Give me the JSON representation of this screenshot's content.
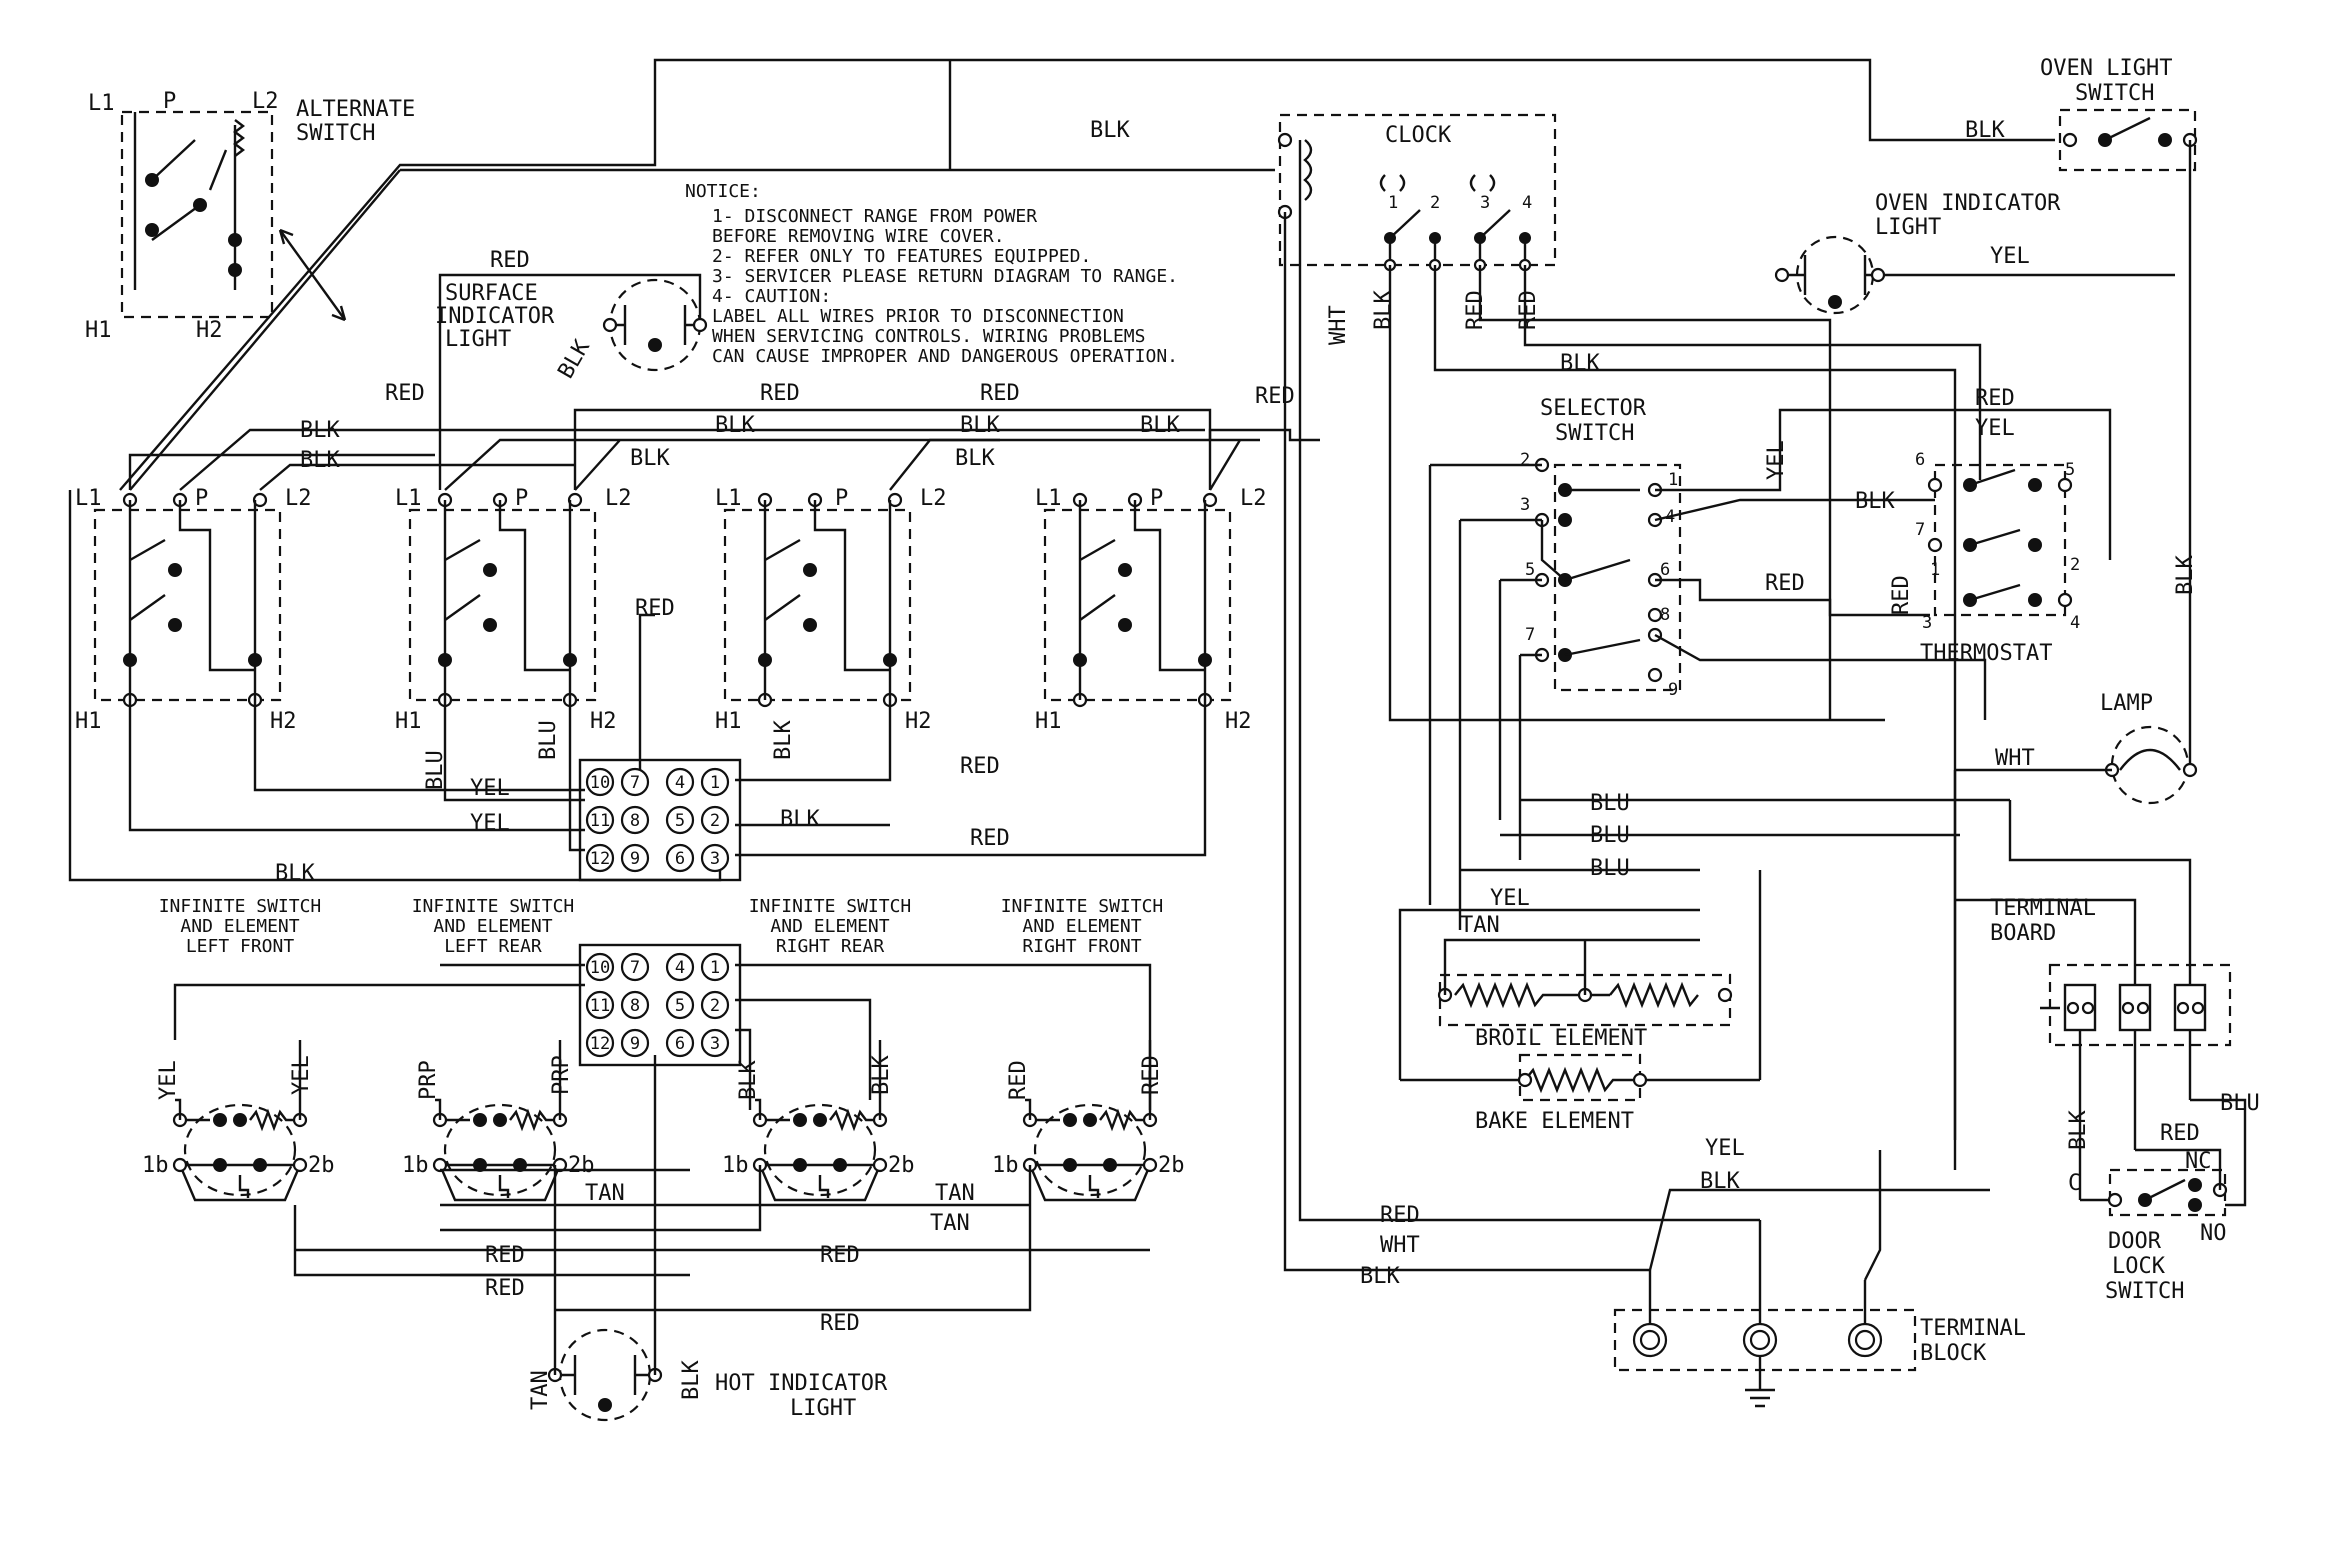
{
  "labels": {
    "alternate_switch": [
      "ALTERNATE",
      "SWITCH"
    ],
    "clock": "CLOCK",
    "oven_light_switch": [
      "OVEN LIGHT",
      "SWITCH"
    ],
    "oven_indicator_light": [
      "OVEN INDICATOR",
      "LIGHT"
    ],
    "surface_indicator_light": [
      "SURFACE",
      "INDICATOR",
      "LIGHT"
    ],
    "selector_switch": [
      "SELECTOR",
      "SWITCH"
    ],
    "thermostat": "THERMOSTAT",
    "lamp": "LAMP",
    "terminal_board": [
      "TERMINAL",
      "BOARD"
    ],
    "broil_element": "BROIL ELEMENT",
    "bake_element": "BAKE ELEMENT",
    "door_lock_switch": [
      "DOOR",
      "LOCK",
      "SWITCH"
    ],
    "terminal_block": [
      "TERMINAL",
      "BLOCK"
    ],
    "hot_indicator_light": [
      "HOT INDICATOR",
      "LIGHT"
    ],
    "infinite_switches": [
      [
        "INFINITE SWITCH",
        "AND ELEMENT",
        "LEFT FRONT"
      ],
      [
        "INFINITE SWITCH",
        "AND ELEMENT",
        "LEFT REAR"
      ],
      [
        "INFINITE SWITCH",
        "AND ELEMENT",
        "RIGHT REAR"
      ],
      [
        "INFINITE SWITCH",
        "AND ELEMENT",
        "RIGHT FRONT"
      ]
    ]
  },
  "notice": [
    "NOTICE:",
    "1- DISCONNECT RANGE FROM POWER",
    "   BEFORE REMOVING WIRE COVER.",
    "2- REFER ONLY TO FEATURES EQUIPPED.",
    "3- SERVICER PLEASE RETURN DIAGRAM TO RANGE.",
    "4- CAUTION:",
    "   LABEL ALL WIRES PRIOR TO DISCONNECTION",
    "   WHEN SERVICING CONTROLS. WIRING PROBLEMS",
    "   CAN CAUSE IMPROPER AND DANGEROUS OPERATION."
  ],
  "terminals": {
    "L1": "L1",
    "L2": "L2",
    "P": "P",
    "H1": "H1",
    "H2": "H2",
    "one_b": "1b",
    "two_b": "2b",
    "C": "C",
    "NC": "NC",
    "NO": "NO"
  },
  "connector_pins": [
    "10",
    "7",
    "4",
    "1",
    "11",
    "8",
    "5",
    "2",
    "12",
    "9",
    "6",
    "3"
  ],
  "clock_contacts": [
    "1",
    "2",
    "3",
    "4"
  ],
  "selector_contacts": [
    "1",
    "2",
    "3",
    "4",
    "5",
    "6",
    "7",
    "8",
    "9"
  ],
  "thermostat_contacts": [
    "1",
    "2",
    "3",
    "4",
    "5",
    "6",
    "7"
  ],
  "wire_colors": {
    "BLK": "BLK",
    "RED": "RED",
    "WHT": "WHT",
    "YEL": "YEL",
    "BLU": "BLU",
    "TAN": "TAN",
    "PRP": "PRP"
  }
}
